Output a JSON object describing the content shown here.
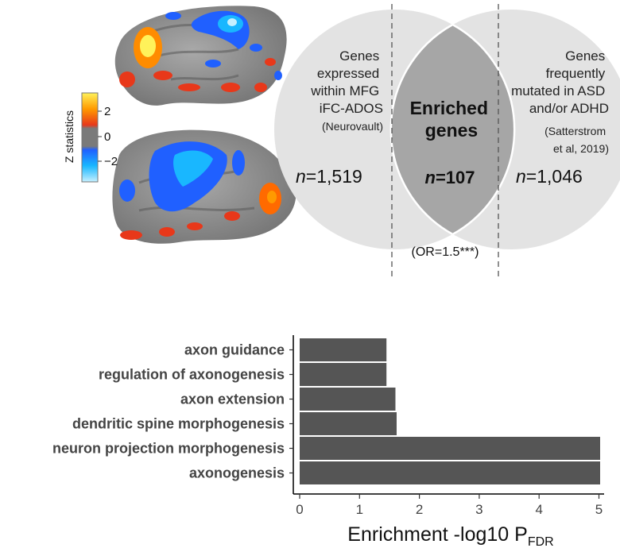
{
  "colorbar": {
    "title": "Z statistics",
    "ticks": [
      "2",
      "0",
      "−2"
    ],
    "colors": [
      "#fff25a",
      "#ff9a00",
      "#e8381a",
      "#7a7a7a",
      "#2060ff",
      "#19b7ff",
      "#c6f0ff"
    ]
  },
  "venn": {
    "left_text": [
      "Genes",
      "expressed",
      "within MFG",
      "iFC-ADOS"
    ],
    "left_source": "(Neurovault)",
    "left_n": "n=1,519",
    "right_text": [
      "Genes",
      "frequently",
      "mutated in ASD",
      "and/or ADHD"
    ],
    "right_source": [
      "(Satterstrom",
      "et al, 2019)"
    ],
    "right_n": "n=1,046",
    "center_text": [
      "Enriched",
      "genes"
    ],
    "center_n": "n=107",
    "odds_ratio": "(OR=1.5***)",
    "colors": {
      "circle": "#e3e3e3",
      "overlap": "#a6a6a6"
    }
  },
  "chart_data": {
    "type": "bar",
    "orientation": "horizontal",
    "categories": [
      "axon guidance",
      "regulation of axonogenesis",
      "axon extension",
      "dendritic spine morphogenesis",
      "neuron projection morphogenesis",
      "axonogenesis"
    ],
    "values": [
      1.45,
      1.45,
      1.6,
      1.62,
      5.02,
      5.02
    ],
    "xlabel": "Enrichment -log10 P",
    "xlabel_sub": "FDR",
    "xlim": [
      0,
      5.2
    ],
    "xticks": [
      "0",
      "1",
      "2",
      "3",
      "4",
      "5"
    ],
    "bar_color": "#555555",
    "grid": false
  }
}
